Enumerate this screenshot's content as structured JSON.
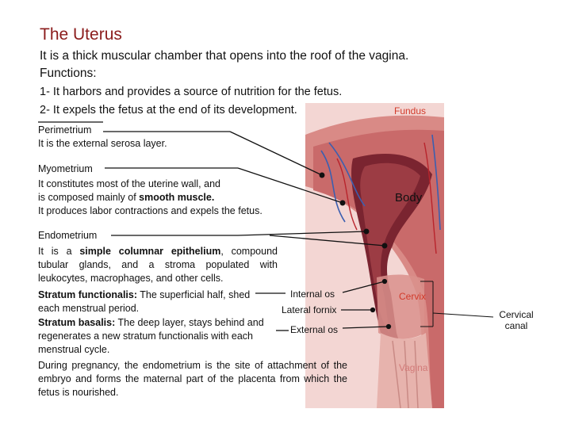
{
  "title": "The Uterus",
  "intro": "It is a thick muscular chamber that opens into the roof of the vagina.",
  "functions_heading": "Functions:",
  "functions": [
    "1- It harbors and provides a source of nutrition for the fetus.",
    "2- It expels the fetus at the end of its development."
  ],
  "perimetrium": {
    "heading": "Perimetrium",
    "text": "It is the external serosa layer."
  },
  "myometrium": {
    "heading": "Myometrium",
    "line1": "It constitutes most of the uterine wall, and",
    "line2_pre": "is composed mainly of ",
    "line2_bold": "smooth muscle.",
    "line3": "It produces labor contractions and expels the fetus."
  },
  "endometrium": {
    "heading": "Endometrium",
    "p1_pre": "It is a ",
    "p1_bold": "simple columnar epithelium",
    "p1_post": ", compound tubular glands, and a stroma populated with leukocytes, macrophages, and other cells.",
    "functionalis_bold": "Stratum functionalis:",
    "functionalis_text": " The superficial half, shed each menstrual period.",
    "basalis_bold": "Stratum basalis:",
    "basalis_text": " The deep layer, stays behind and regenerates a new stratum functionalis with each menstrual cycle.",
    "pregnancy_text": "During pregnancy, the endometrium is the site of attachment of the embryo and forms the maternal part of the placenta from which the fetus is nourished."
  },
  "figure_labels": {
    "fundus": "Fundus",
    "body": "Body",
    "cervix": "Cervix",
    "vagina": "Vagina",
    "internal_os": "Internal os",
    "lateral_fornix": "Lateral fornix",
    "external_os": "External os",
    "cervical_canal_1": "Cervical",
    "cervical_canal_2": "canal"
  },
  "colors": {
    "title": "#8b1c1c",
    "figure_label": "#d23a2a",
    "muscle": "#c96a6a",
    "mucosa": "#a84848"
  }
}
